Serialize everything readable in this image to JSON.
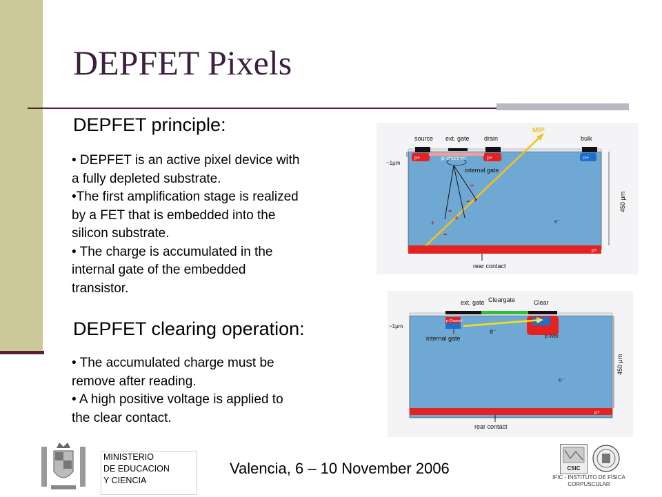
{
  "title": "DEPFET Pixels",
  "section1": {
    "heading": "DEPFET principle:",
    "lines": [
      "• DEPFET is an active pixel device with",
      "  a fully depleted substrate.",
      "•The first amplification stage is realized",
      "  by a FET that is embedded into the",
      "  silicon substrate.",
      "• The charge is accumulated in the",
      "   internal gate of the embedded",
      "   transistor."
    ]
  },
  "section2": {
    "heading": "DEPFET clearing operation:",
    "lines": [
      "• The accumulated charge must be",
      "   remove after reading.",
      "• A high positive voltage is applied to",
      "   the clear contact."
    ]
  },
  "figure1": {
    "source": "source",
    "ext_gate": "ext. gate",
    "drain": "drain",
    "bulk": "bulk",
    "mip": "MIP",
    "p_channel": "p-channel",
    "internal_gate": "internal gate",
    "depth_1um": "~1μm",
    "thickness": "450 μm",
    "n_minus": "n⁻",
    "p_plus": "p+",
    "n_plus": "n+",
    "rear_contact": "rear contact"
  },
  "figure2": {
    "ext_gate": "ext. gate",
    "cleargate": "Cleargate",
    "clear": "Clear",
    "p_channel": "p-Channel",
    "internal_gate": "internal gate",
    "electron": "e⁻",
    "p_well": "p-Well",
    "n_plus": "n⁺",
    "depth_1um": "~1μm",
    "thickness": "450 μm",
    "n_minus": "n⁻",
    "p_plus": "p+",
    "rear_contact": "rear contact"
  },
  "footer": {
    "event": "Valencia, 6 – 10 November 2006",
    "ministry": [
      "MINISTERIO",
      "DE EDUCACION",
      "Y CIENCIA"
    ],
    "csic": "CSIC",
    "ific": "IFIC - INSTITUTO DE FÍSICA CORPUSCULAR"
  }
}
